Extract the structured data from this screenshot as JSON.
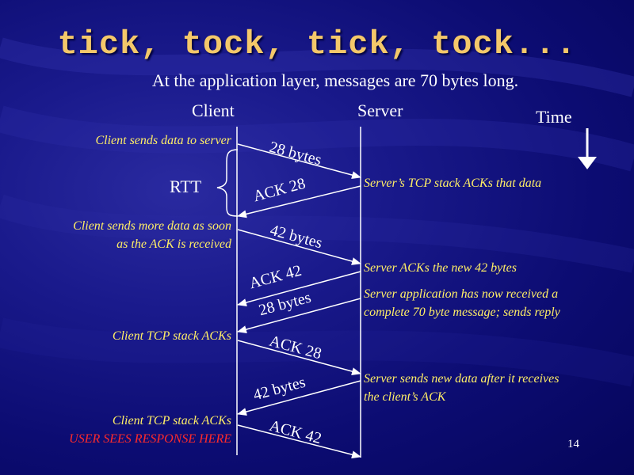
{
  "title": "tick, tock, tick, tock...",
  "subtitle": "At the application layer, messages are 70 bytes long.",
  "columns": {
    "client": "Client",
    "server": "Server",
    "time": "Time"
  },
  "rtt_label": "RTT",
  "messages": [
    "28 bytes",
    "ACK 28",
    "42 bytes",
    "ACK 42",
    "28 bytes",
    "ACK 28",
    "42 bytes",
    "ACK 42"
  ],
  "client_notes": {
    "sends_data": "Client sends data to server",
    "sends_more_1": "Client sends more data as soon",
    "sends_more_2": "as the ACK is received",
    "tcp_acks_1": "Client TCP stack ACKs",
    "tcp_acks_2": "Client TCP stack ACKs",
    "user_sees": "USER SEES RESPONSE HERE"
  },
  "server_notes": {
    "tcp_acks": "Server’s TCP stack ACKs that data",
    "acks_new": "Server ACKs the new 42 bytes",
    "app_received_1": "Server application has now received a",
    "app_received_2": "complete 70 byte message; sends reply",
    "sends_new_1": "Server sends new data after it receives",
    "sends_new_2": "the client’s ACK"
  },
  "page_number": "14",
  "colors": {
    "background": "#1a1a8c",
    "title": "#f4c86a",
    "note": "#ffee66",
    "warning": "#ff2a2a",
    "line": "#ffffff"
  }
}
